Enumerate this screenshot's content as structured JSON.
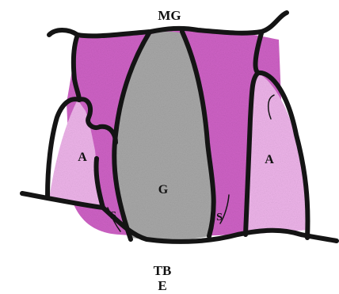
{
  "labels": {
    "top": "MG",
    "bottom_line1": "TB",
    "bottom_line2": "E",
    "center": "G",
    "left_region": "A",
    "right_region": "A",
    "left_small": "S",
    "right_small": "S"
  },
  "colors": {
    "outline": "#141414",
    "magenta": "#cf62c6",
    "light_pink": "#eeb4ea",
    "gray": "#a8a8a8",
    "background": "#ffffff"
  }
}
